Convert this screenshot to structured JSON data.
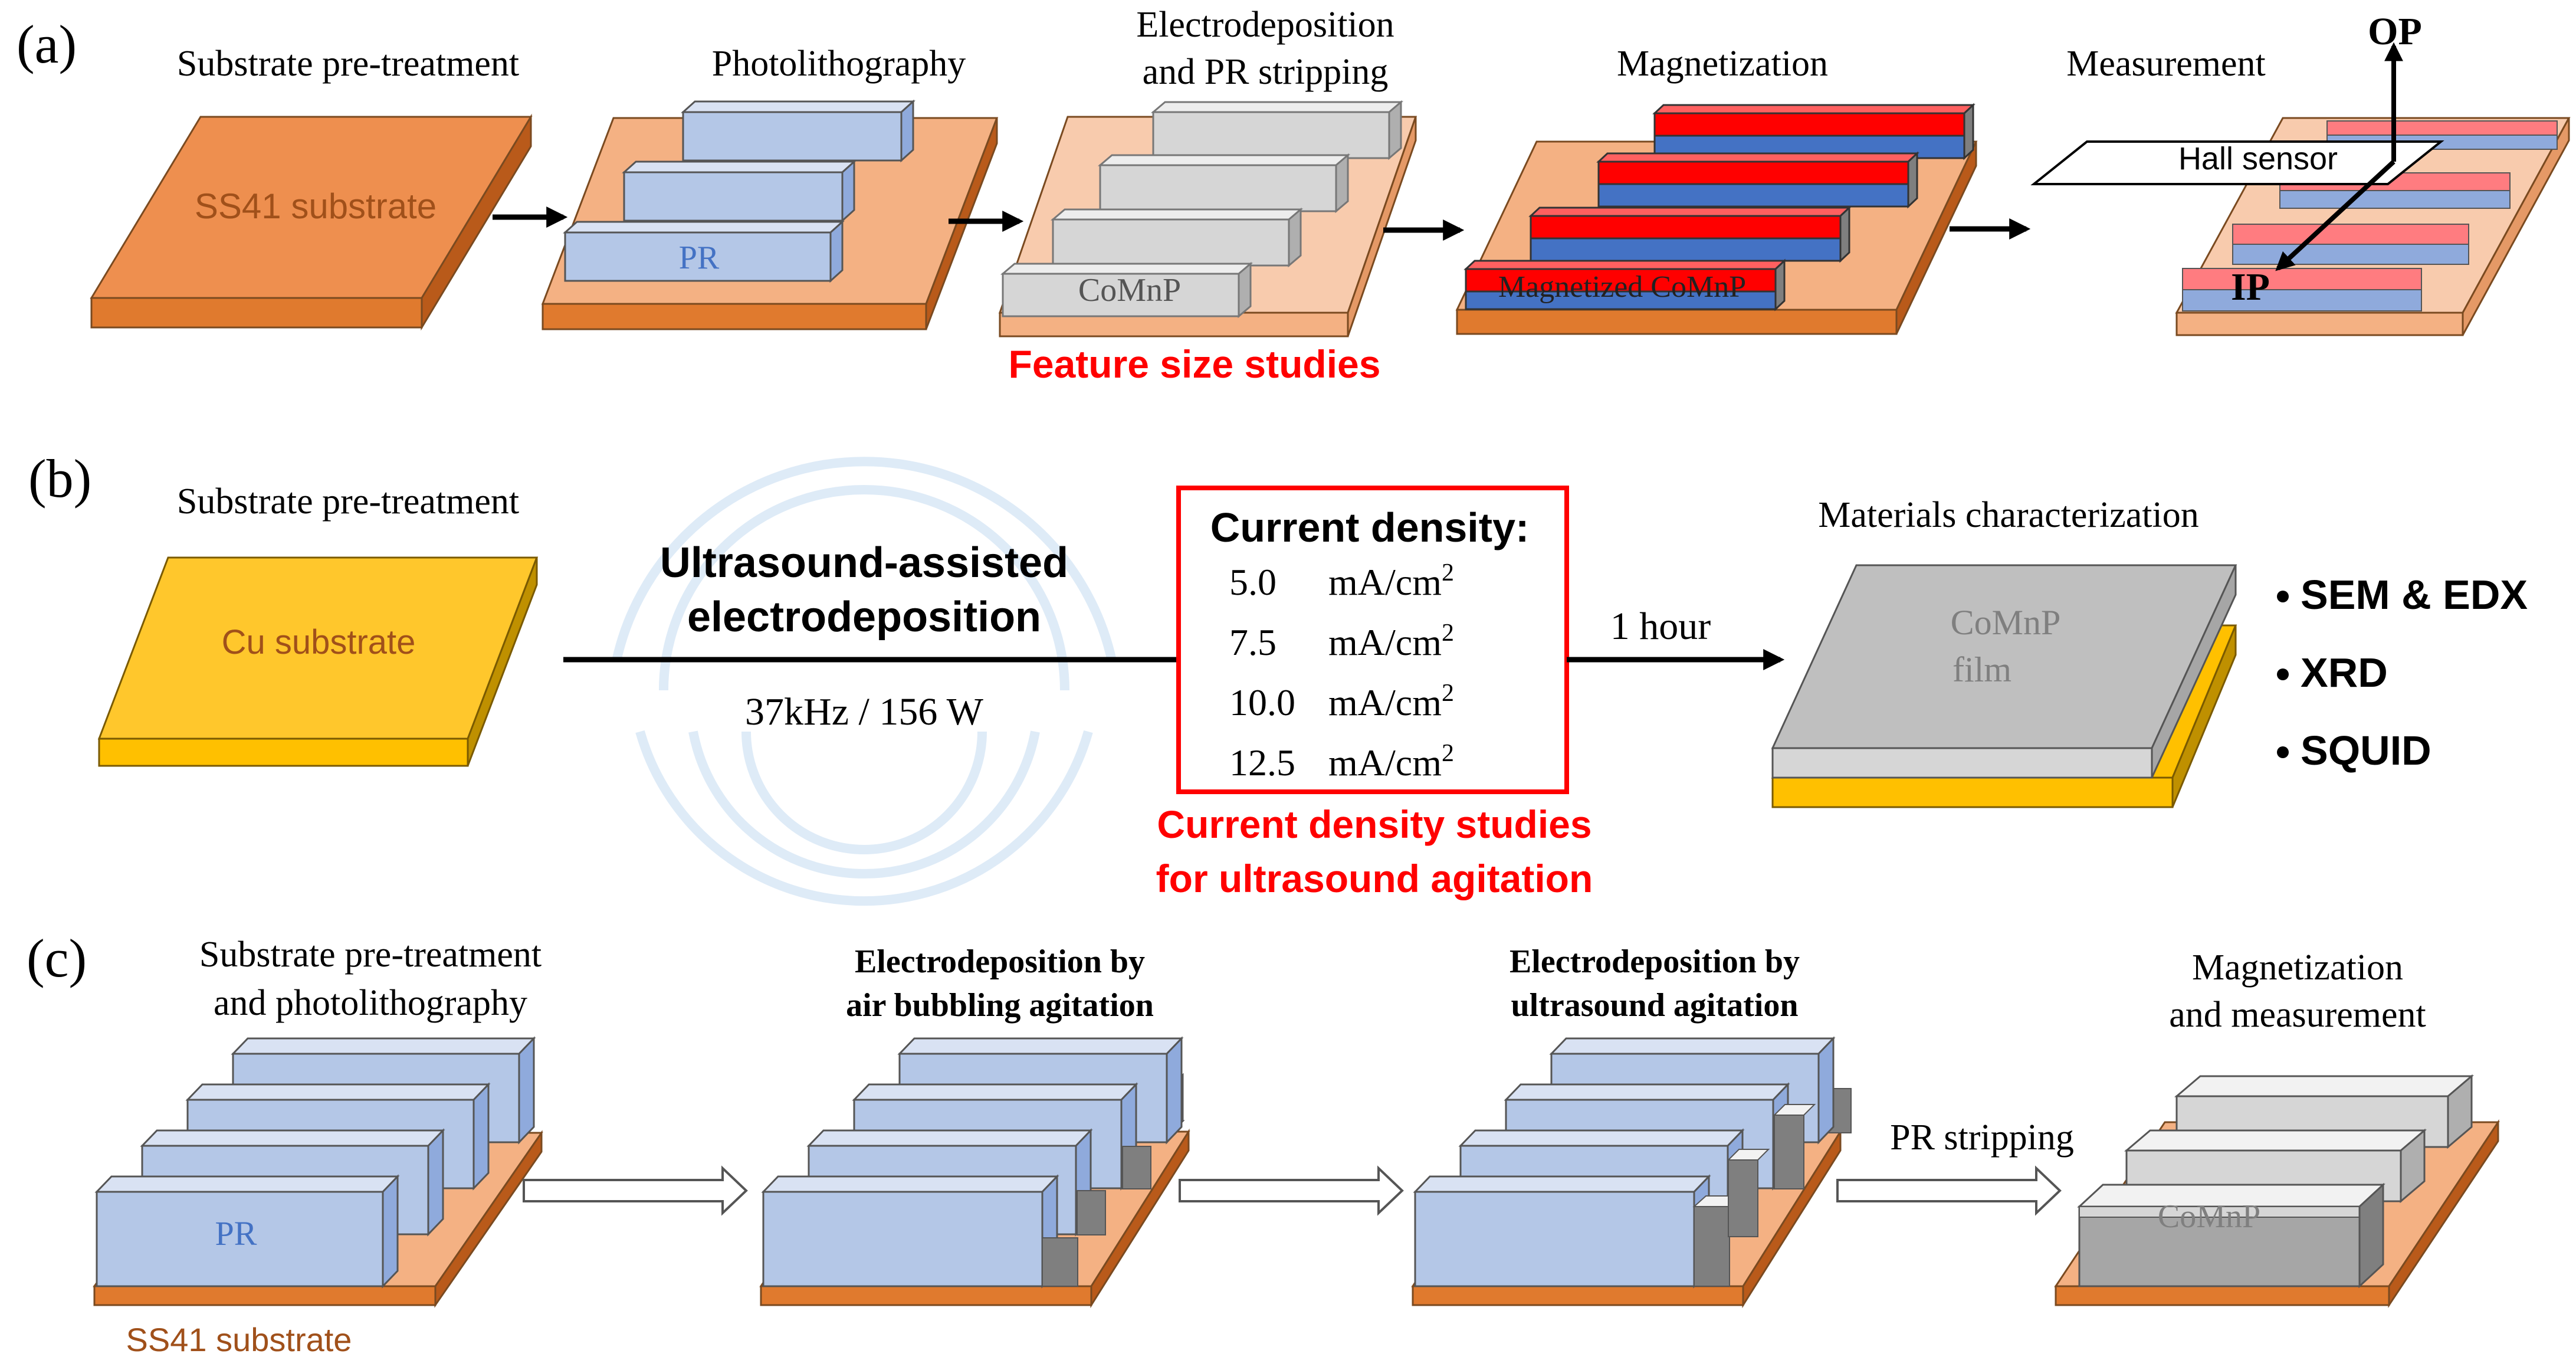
{
  "panel_a": {
    "label": "(a)",
    "steps": {
      "pretreatment": "Substrate  pre-treatment",
      "photolithography": "Photolithography",
      "electrodeposition_line1": "Electrodeposition",
      "electrodeposition_line2": "and PR stripping",
      "magnetization": "Magnetization",
      "measurement": "Measurement"
    },
    "substrate_label": "SS41 substrate",
    "pr_label": "PR",
    "comnp_label": "CoMnP",
    "magnetized_label": "Magnetized  CoMnP",
    "hall_sensor_label": "Hall sensor",
    "op_label": "OP",
    "ip_label": "IP",
    "study_label": "Feature size studies"
  },
  "panel_b": {
    "label": "(b)",
    "pretreatment": "Substrate  pre-treatment",
    "substrate_label": "Cu substrate",
    "process_line1": "Ultrasound-assisted",
    "process_line2": "electrodeposition",
    "ultrasound_params": "37kHz / 156 W",
    "current_density_title": "Current density:",
    "current_densities": [
      {
        "value": "5.0",
        "unit": "mA/cm",
        "sup": "2"
      },
      {
        "value": "7.5",
        "unit": "mA/cm",
        "sup": "2"
      },
      {
        "value": "10.0",
        "unit": "mA/cm",
        "sup": "2"
      },
      {
        "value": "12.5",
        "unit": "mA/cm",
        "sup": "2"
      }
    ],
    "duration": "1 hour",
    "characterization_title": "Materials  characterization",
    "film_line1": "CoMnP",
    "film_line2": "film",
    "techniques": [
      "SEM & EDX",
      "XRD",
      "SQUID"
    ],
    "study_line1": "Current density studies",
    "study_line2": "for ultrasound agitation"
  },
  "panel_c": {
    "label": "(c)",
    "step1_line1": "Substrate  pre-treatment",
    "step1_line2": "and photolithography",
    "step2_line1": "Electrodeposition by",
    "step2_line2": "air bubbling  agitation",
    "step3_line1": "Electrodeposition by",
    "step3_line2": "ultrasound agitation",
    "step4_line1": "Magnetization",
    "step4_line2": "and measurement",
    "pr_stripping": "PR stripping",
    "pr_label": "PR",
    "comnp_label": "CoMnP",
    "substrate_label": "SS41 substrate"
  },
  "colors": {
    "substrate_orange": "#EE8F4F",
    "cu_yellow": "#FFC72C",
    "pr_blue": "#B4C7E7",
    "comnp_grey": "#D6D6D6",
    "film_grey": "#BFBFBF",
    "magnet_red": "#FF0000",
    "magnet_blue": "#4472C4",
    "accent_red": "#FF0000"
  }
}
